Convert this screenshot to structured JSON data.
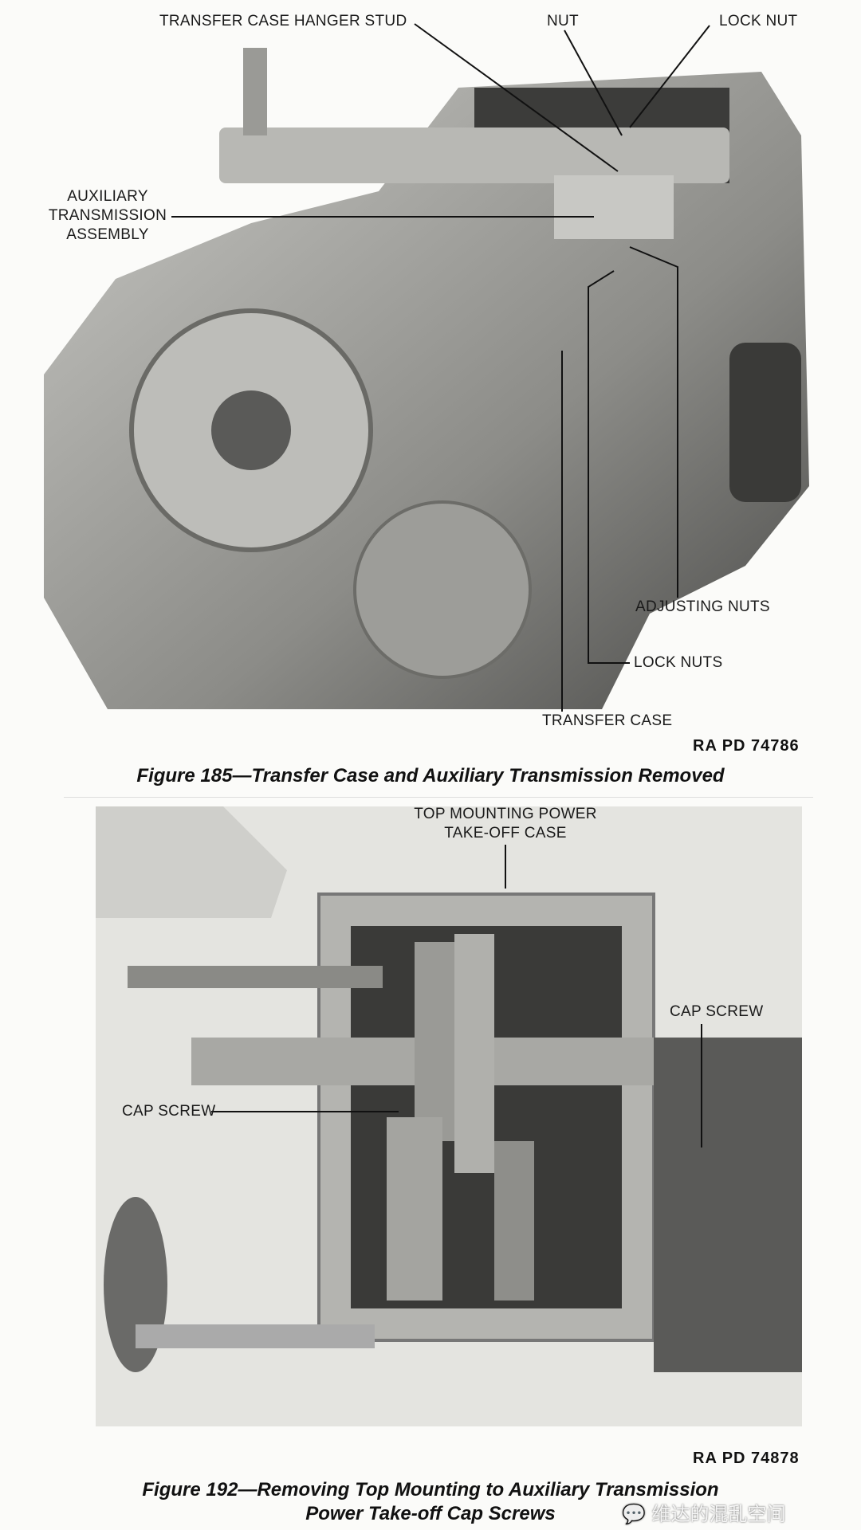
{
  "figure1": {
    "labels": {
      "hanger_stud": "TRANSFER CASE HANGER STUD",
      "nut": "NUT",
      "lock_nut": "LOCK NUT",
      "aux_line1": "AUXILIARY",
      "aux_line2": "TRANSMISSION",
      "aux_line3": "ASSEMBLY",
      "adjusting_nuts": "ADJUSTING NUTS",
      "lock_nuts": "LOCK NUTS",
      "transfer_case": "TRANSFER CASE"
    },
    "code": "RA PD 74786",
    "caption": "Figure 185—Transfer Case and Auxiliary Transmission Removed"
  },
  "figure2": {
    "labels": {
      "top_line1": "TOP MOUNTING POWER",
      "top_line2": "TAKE-OFF CASE",
      "cap_screw_right": "CAP SCREW",
      "cap_screw_left": "CAP SCREW"
    },
    "code": "RA PD 74878",
    "caption_line1": "Figure 192—Removing Top Mounting to Auxiliary Transmission",
    "caption_line2": "Power Take-off Cap Screws"
  },
  "watermark": "维达的混乱空间"
}
